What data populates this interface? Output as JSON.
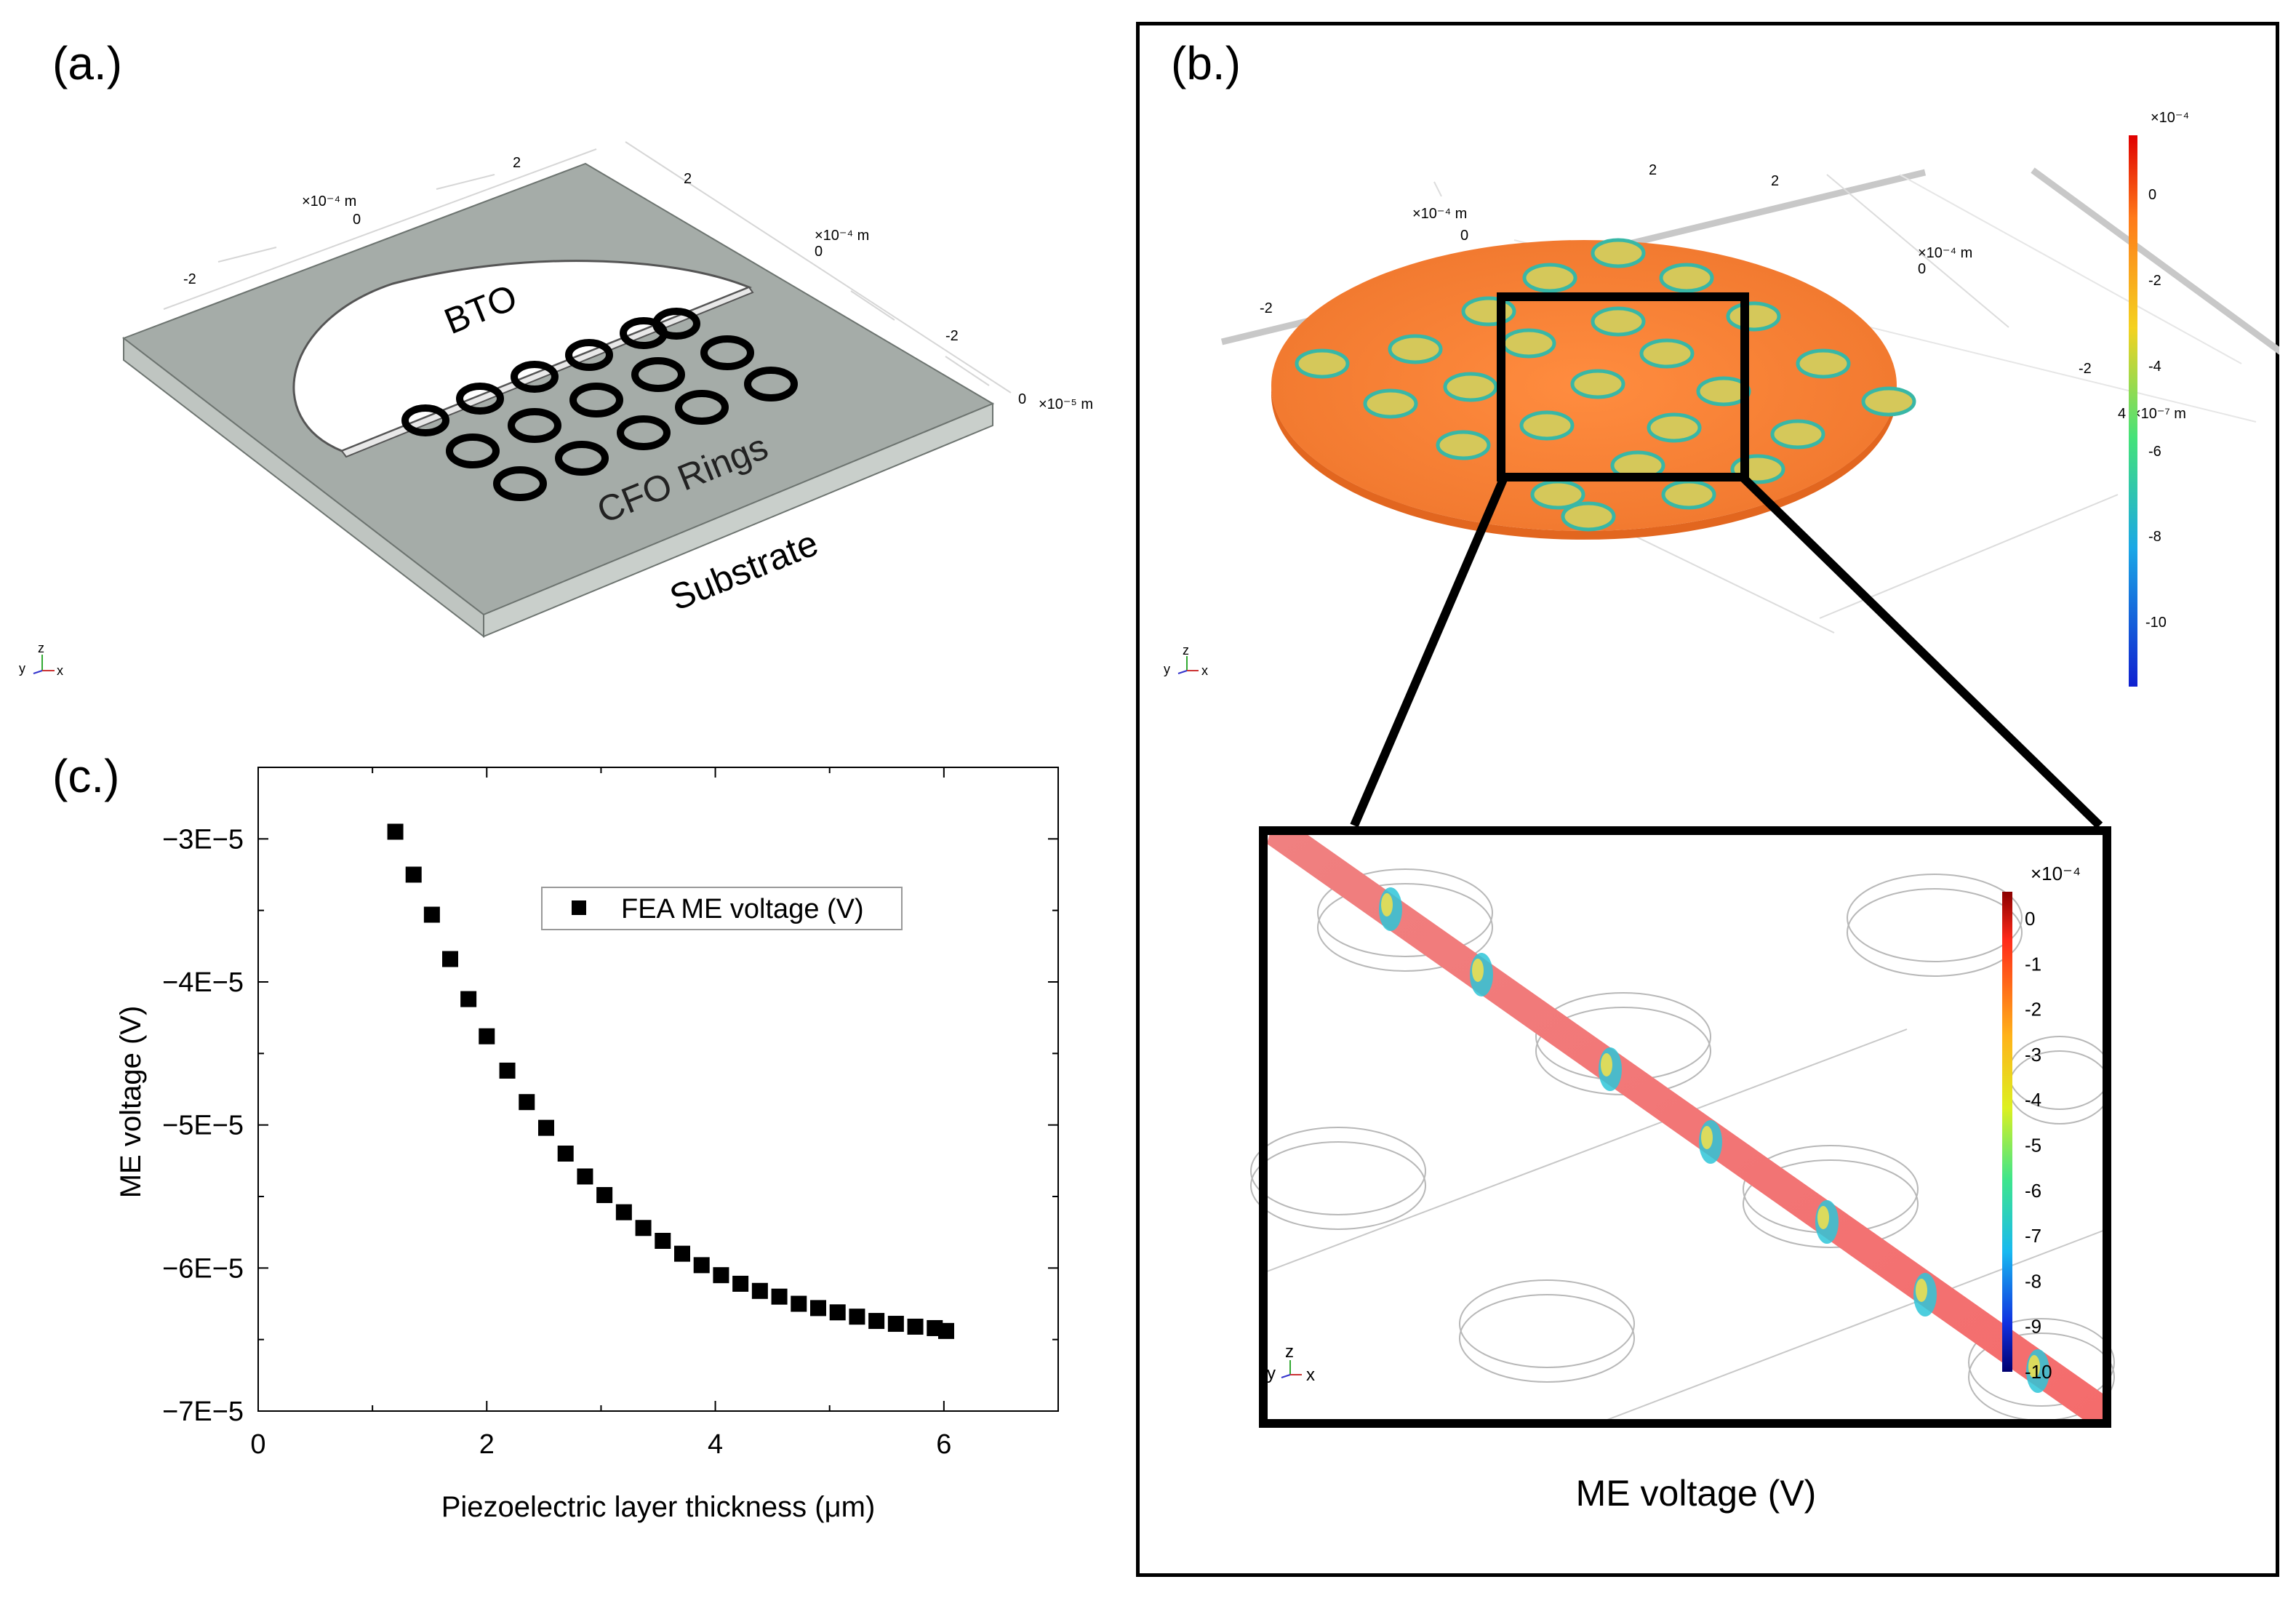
{
  "panel_labels": {
    "a": "(a.)",
    "b": "(b.)",
    "c": "(c.)"
  },
  "panel_a": {
    "labels": {
      "bto": "BTO",
      "cfo": "CFO Rings",
      "substrate": "Substrate"
    },
    "axes": {
      "x_scale": "×10⁻⁴ m",
      "y_scale": "×10⁻⁴ m",
      "z_scale": "×10⁻⁵ m",
      "x_ticks": [
        "-2",
        "0",
        "2"
      ],
      "y_ticks": [
        "-2",
        "0",
        "2"
      ],
      "z_tick": "0"
    },
    "triad": {
      "y": "y",
      "z": "z",
      "x": "x"
    }
  },
  "panel_b": {
    "colorbar": {
      "scale": "×10⁻⁴",
      "ticks": [
        "0",
        "-2",
        "-4",
        "-6",
        "-8",
        "-10"
      ]
    },
    "axes": {
      "x_scale": "×10⁻⁴ m",
      "y_scale": "×10⁻⁴ m",
      "x_ticks": [
        "-2",
        "0",
        "2"
      ],
      "y_ticks": [
        "2",
        "0",
        "-2"
      ],
      "z_tick": "4",
      "z_scale": "×10⁻⁷ m"
    },
    "zoom_colorbar": {
      "scale": "×10⁻⁴",
      "ticks": [
        "0",
        "-1",
        "-2",
        "-3",
        "-4",
        "-5",
        "-6",
        "-7",
        "-8",
        "-9",
        "-10"
      ]
    },
    "triad": {
      "y": "y",
      "z": "z",
      "x": "x"
    },
    "caption": "ME voltage (V)"
  },
  "chart_data": {
    "type": "scatter",
    "title": "",
    "xlabel": "Piezoelectric layer thickness (μm)",
    "ylabel": "ME voltage (V)",
    "xlim": [
      0,
      7
    ],
    "ylim": [
      -7e-05,
      -2.5e-05
    ],
    "x_ticks": [
      0,
      2,
      4,
      6
    ],
    "x_tick_labels": [
      "0",
      "2",
      "4",
      "6"
    ],
    "y_ticks": [
      -3e-05,
      -4e-05,
      -5e-05,
      -6e-05,
      -7e-05
    ],
    "y_tick_labels": [
      "−3E−5",
      "−4E−5",
      "−5E−5",
      "−6E−5",
      "−7E−5"
    ],
    "grid": false,
    "legend": {
      "position": "top-right",
      "entries": [
        "FEA ME voltage (V)"
      ]
    },
    "series": [
      {
        "name": "FEA ME voltage (V)",
        "marker": "square",
        "color": "#000000",
        "x": [
          1.2,
          1.36,
          1.52,
          1.68,
          1.84,
          2.0,
          2.18,
          2.35,
          2.52,
          2.69,
          2.86,
          3.03,
          3.2,
          3.37,
          3.54,
          3.71,
          3.88,
          4.05,
          4.22,
          4.39,
          4.56,
          4.73,
          4.9,
          5.07,
          5.24,
          5.41,
          5.58,
          5.75,
          5.92,
          6.02
        ],
        "y": [
          -2.95e-05,
          -3.25e-05,
          -3.53e-05,
          -3.84e-05,
          -4.12e-05,
          -4.38e-05,
          -4.62e-05,
          -4.84e-05,
          -5.02e-05,
          -5.2e-05,
          -5.36e-05,
          -5.49e-05,
          -5.61e-05,
          -5.72e-05,
          -5.81e-05,
          -5.9e-05,
          -5.98e-05,
          -6.05e-05,
          -6.11e-05,
          -6.16e-05,
          -6.2e-05,
          -6.25e-05,
          -6.28e-05,
          -6.31e-05,
          -6.34e-05,
          -6.37e-05,
          -6.39e-05,
          -6.41e-05,
          -6.42e-05,
          -6.44e-05
        ]
      }
    ]
  }
}
